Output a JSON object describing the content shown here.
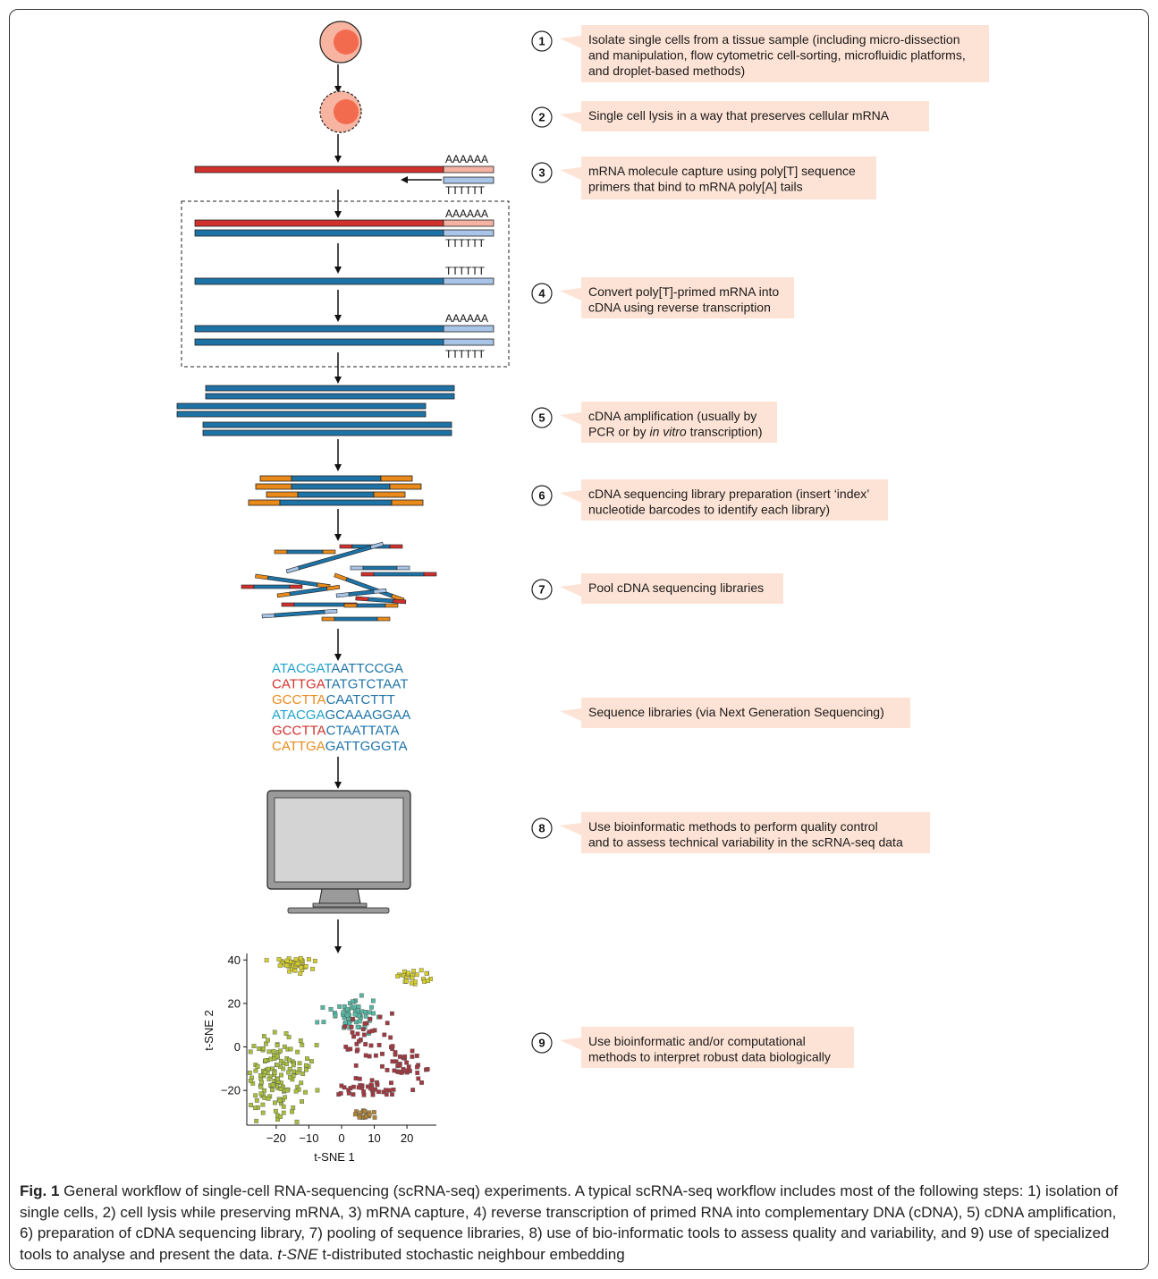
{
  "steps": [
    {
      "number": "1",
      "lines": [
        "Isolate single cells from a tissue sample (including micro-dissection",
        "and manipulation, flow cytometric cell-sorting, microfluidic platforms,",
        "and droplet-based methods)"
      ]
    },
    {
      "number": "2",
      "lines": [
        "Single cell lysis in a way that preserves cellular mRNA"
      ]
    },
    {
      "number": "3",
      "lines": [
        "mRNA molecule capture using poly[T] sequence",
        "primers that bind to mRNA poly[A] tails"
      ]
    },
    {
      "number": "4",
      "lines": [
        "Convert poly[T]-primed mRNA into",
        "cDNA using reverse transcription"
      ]
    },
    {
      "number": "5",
      "lines": [
        "cDNA amplification (usually by",
        "PCR or by in vitro transcription)"
      ],
      "italic": "in vitro"
    },
    {
      "number": "6",
      "lines": [
        "cDNA sequencing library preparation (insert ‘index’",
        "nucleotide barcodes to identify each library)"
      ]
    },
    {
      "number": "7",
      "lines": [
        "Pool cDNA sequencing libraries"
      ]
    },
    {
      "number": "",
      "lines": [
        "Sequence libraries (via Next Generation Sequencing)"
      ]
    },
    {
      "number": "8",
      "lines": [
        "Use bioinformatic methods to perform quality control",
        "and to assess technical variability in the scRNA-seq data"
      ]
    },
    {
      "number": "9",
      "lines": [
        "Use bioinformatic and/or computational",
        "methods to interpret robust data biologically"
      ]
    }
  ],
  "poly_a": "AAAAAA",
  "poly_t": "TTTTTT",
  "sequences": [
    {
      "barcode": "ATACGAT",
      "rest": "AATTCCGA",
      "color": "#1fa3cc"
    },
    {
      "barcode": "CATTGA",
      "rest": "TATGTCTAAT",
      "color": "#d0312d"
    },
    {
      "barcode": "GCCTTA",
      "rest": "CAATCTTT",
      "color": "#e98a1a"
    },
    {
      "barcode": "ATACGA",
      "rest": "GCAAAGGAA",
      "color": "#1fa3cc"
    },
    {
      "barcode": "GCCTTA",
      "rest": "CTAATTATA",
      "color": "#d0312d"
    },
    {
      "barcode": "CATTGA",
      "rest": "GATTGGGTA",
      "color": "#e98a1a"
    }
  ],
  "colors": {
    "cell_outer": "#f7b4a0",
    "cell_nucleus": "#f26b4f",
    "callout_bg": "#fde3d5",
    "mrna_red": "#d0312d",
    "cdna_blue": "#1e73a6",
    "poly_a_fill": "#f5b3a3",
    "poly_t_fill": "#a8c4e6",
    "adapter_orange": "#e98a1a",
    "seq_rest": "#1e73a6"
  },
  "chart_data": {
    "type": "scatter",
    "xlabel": "t-SNE 1",
    "ylabel": "t-SNE 2",
    "xlim": [
      -29,
      29
    ],
    "ylim": [
      -36,
      43
    ],
    "xticks": [
      -20,
      -10,
      0,
      10,
      20
    ],
    "yticks": [
      40,
      20,
      0,
      -20
    ],
    "xtick_labels": [
      "−20",
      "−10",
      "0",
      "10",
      "20"
    ],
    "ytick_labels": [
      "40",
      "20",
      "0",
      "−20"
    ],
    "clusters": [
      {
        "color": "#d6cf2b",
        "center": [
          -15,
          38
        ],
        "spread": [
          3,
          2
        ],
        "n": 45
      },
      {
        "color": "#d6cf2b",
        "center": [
          23,
          32
        ],
        "spread": [
          3,
          1.5
        ],
        "n": 25
      },
      {
        "color": "#54b8a2",
        "center": [
          3,
          15
        ],
        "spread": [
          4,
          3.5
        ],
        "n": 60
      },
      {
        "color": "#a23840",
        "center": [
          10,
          3
        ],
        "spread": [
          5,
          5
        ],
        "n": 40
      },
      {
        "color": "#a23840",
        "center": [
          20,
          -10
        ],
        "spread": [
          3,
          4
        ],
        "n": 35
      },
      {
        "color": "#a23840",
        "center": [
          7,
          -19
        ],
        "spread": [
          5,
          2
        ],
        "n": 35
      },
      {
        "color": "#a7bf3c",
        "center": [
          -20,
          -15
        ],
        "spread": [
          5,
          10
        ],
        "n": 150
      },
      {
        "color": "#b08535",
        "center": [
          7,
          -31
        ],
        "spread": [
          2,
          1
        ],
        "n": 20
      }
    ]
  },
  "caption": {
    "label": "Fig. 1",
    "text": " General workflow of single-cell RNA-sequencing (scRNA-seq) experiments. A typical scRNA-seq workflow includes most of the following steps: 1) isolation of single cells, 2) cell lysis while preserving mRNA, 3) mRNA capture, 4) reverse transcription of primed RNA into complementary DNA (cDNA), 5) cDNA amplification, 6) preparation of cDNA sequencing library, 7) pooling of sequence libraries, 8) use of bio-informatic tools to assess quality and variability, and 9) use of specialized tools to analyse and present the data. ",
    "abbr": "t-SNE",
    "abbr_def": " t-distributed stochastic neighbour embedding"
  }
}
